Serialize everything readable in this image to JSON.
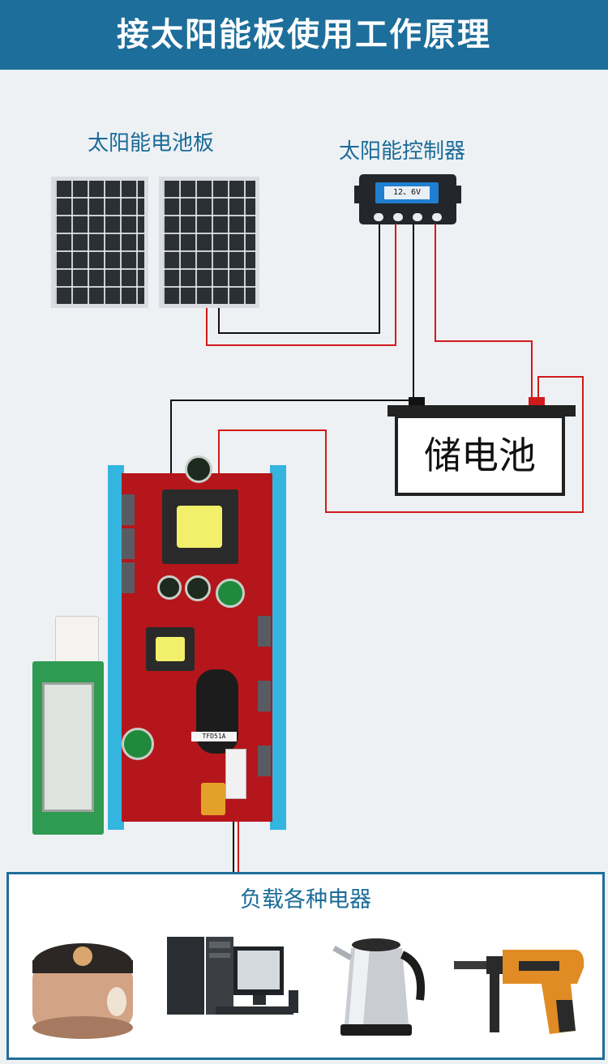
{
  "header": {
    "title": "接太阳能板使用工作原理"
  },
  "solar_panel": {
    "label": "太阳能电池板"
  },
  "controller": {
    "label": "太阳能控制器",
    "screen": "12、6V"
  },
  "battery": {
    "label": "储电池"
  },
  "inverter": {
    "board_label": "TFD51A"
  },
  "loads": {
    "title": "负载各种电器"
  },
  "colors": {
    "header_bg": "#1d6e9a",
    "label_text": "#1a6b98",
    "wire_red": "#d21a1a",
    "wire_black": "#111111",
    "inverter_frame": "#34b5e0"
  },
  "icons": [
    "solar-panel-icon",
    "charge-controller-icon",
    "battery-icon",
    "inverter-board-icon",
    "display-board-icon",
    "rice-cooker-icon",
    "desktop-computer-icon",
    "electric-kettle-icon",
    "power-drill-icon"
  ]
}
